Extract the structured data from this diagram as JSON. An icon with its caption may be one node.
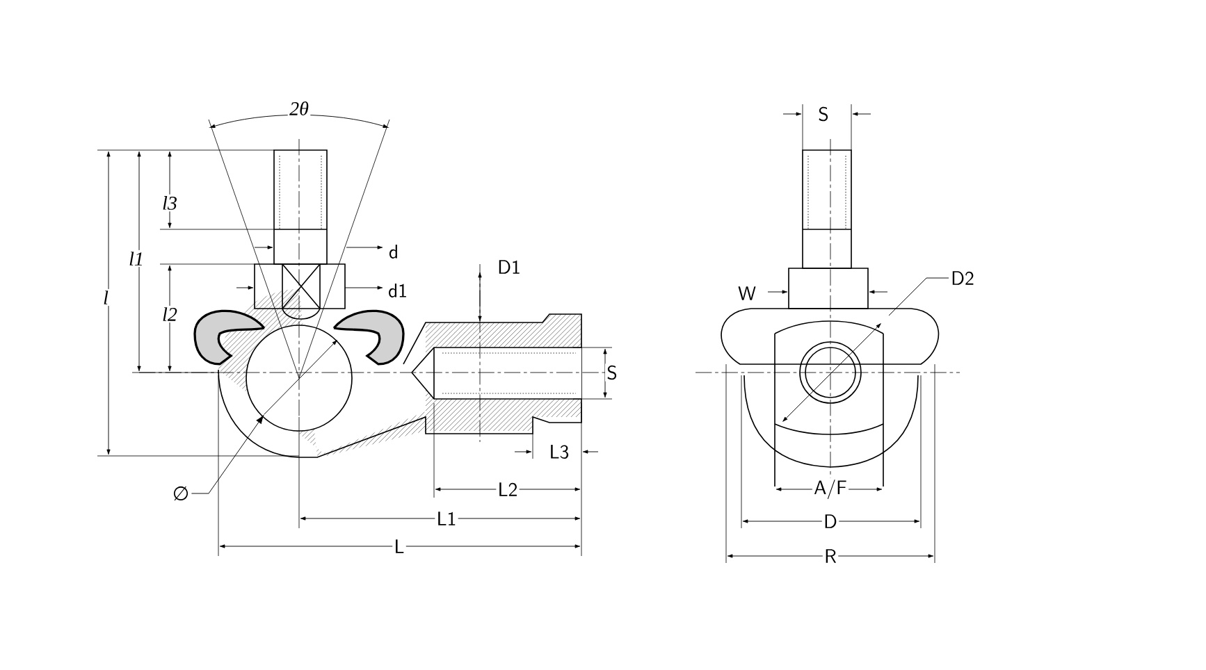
{
  "diagram": {
    "nodes": [
      {
        "text": [
          "∅"
        ]
      },
      {
        "text": [
          "D2"
        ]
      }
    ],
    "edges": [
      {
        "from": 0,
        "to": null,
        "arrow": "to"
      },
      {
        "from": 1,
        "to": null,
        "arrow": "none"
      }
    ],
    "labels": [
      "2θ",
      "S",
      "d",
      "D1",
      "d1",
      "W",
      "l3",
      "l1",
      "l2",
      "l",
      "S",
      "L3",
      "L2",
      "A/F",
      "L1",
      "D",
      "L",
      "R"
    ]
  }
}
